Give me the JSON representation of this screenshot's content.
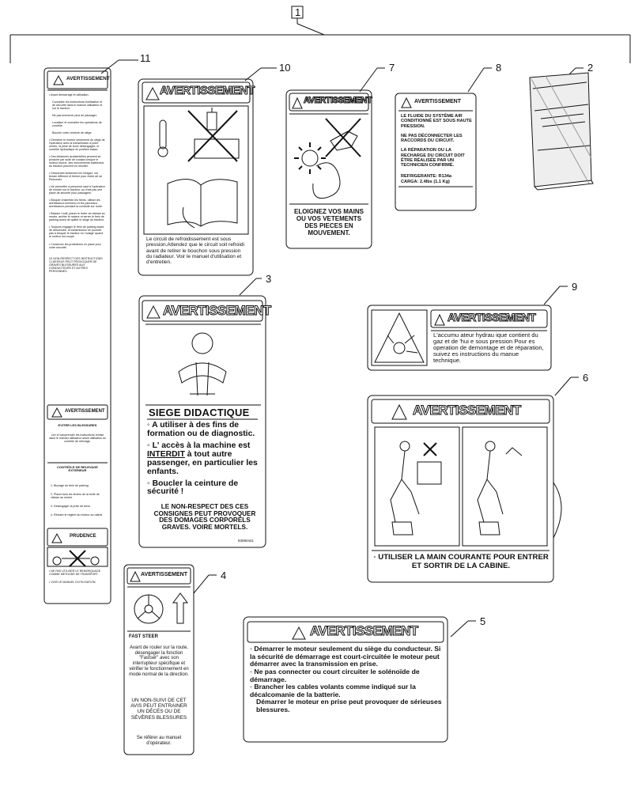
{
  "callouts": {
    "n1": "1",
    "n2": "2",
    "n3": "3",
    "n4": "4",
    "n5": "5",
    "n6": "6",
    "n7": "7",
    "n8": "8",
    "n9": "9",
    "n10": "10",
    "n11": "11"
  },
  "label11": {
    "header": "AVERTISSEMENT",
    "items": [
      "• Avant démarrage et utilisation.",
      "Connaître les instructions d'utilisation et de sécurité dans le manuel utilisateur et sur le tracteur.",
      "Ne pas emmener plus de passager.",
      "Localiser et connaître les opérations de contrôle.",
      "Boucler votre ceinture de siège.",
      "• Démarrer le moteur seulement du siège de l'opérateur avec la transmission à point neutre, la prise de force désengagée, le contrôle hydraulique en position basse.",
      "• Des blessures accidentelles peuvent se produire par suite de contact lorsque le moteur tourne, des mouvements inattendus du tracteur peuvent en résulter.",
      "• Descendre lentement les Virages, sur terrain différent et freiner pour éviter de se Retourner.",
      "• Ne permettre à personne sauf à l'opérateur de monter sur le tracteur, ou n'est pas une place de sécurité pour passagers.",
      "• Bloquer ensemble les freins, utiliser les avertisseurs lumineux et les panneaux avertisseurs pendant la conduite sur route.",
      "• Baisser l'outil, placer le levier de vitesse au neutre, arrêter le moteur et serrer le frein de parking avant de quitter le siège du tracteur.",
      "• Toujours engager le frein de parking avant de descendre, la transmission ne pourrait pas à bloquer le tracteur en 'rodage' quand le moteur est coupé.",
      "• Conserver les protections en place pour votre sécurité."
    ],
    "warning_block": "LE NON RESPECT DES INSTRUCTIONS CI-DESSUS PEUT PROVOQUER DE GRAVES BLESSURES AUX CONDUCTEURS ET AUTRES PERSONNES.",
    "header2": "AVERTISSEMENT",
    "avoid_title": "EVITER LES BLESSURES",
    "avoid_text": "Lire et comprendre les instructions remise dans le manuel utilisateur avant utilisation du contrôle de relevage.",
    "control_title": "CONTRÔLE DE RELEVAGE EXTERIEUR",
    "control_steps": [
      "1. Blocage du frein de parking",
      "2. Placer tous les leviers de la boîte de vitesse au neutre",
      "3. Désengager la prise de force",
      "4. Réduire le régime du moteur au ralenti"
    ],
    "caution_header": "PRUDENCE",
    "tow_items": [
      "• NE PAS UTILISER LE REMORQUAGE COMME METHODE DE TRANSPORT.",
      "• VOIR LE MANUEL D'UTILISATION."
    ]
  },
  "label10": {
    "header": "AVERTISSEMENT",
    "text": "Le circuit de refroidissement est sous pression.Attendez que le circuit soit refroidi avant de retirer le bouchon sous pression du radiateur. Voir le manuel d'utilisation et d'entretien."
  },
  "label7": {
    "header": "AVERTISSEMENT",
    "text": "ELOIGNEZ VOS MAINS OU VOS VETEMENTS DES PIECES EN MOUVEMENT."
  },
  "label8": {
    "header": "AVERTISSEMENT",
    "p1": "LE FLUIDE DU SYSTÈME AIR CONDITIONNÉ EST SOUS HAUTE PRESSION.",
    "p2": "NE PAS DÉCONNECTER LES RACCORDS DU CIRCUIT.",
    "p3": "LA RÉPARATION OU LA RECHARGE DU CIRCUIT DOIT ÊTRE RÉALISÉE PAR UN TECHNICIEN CONFIRMÉ.",
    "p4": "REFRIGERANTE: R134a",
    "p5": "CARGA: 2.4lbs (1.1 Kg)"
  },
  "label3": {
    "header": "AVERTISSEMENT",
    "title": "SIEGE DIDACTIQUE",
    "b1": "◦ A utiliser à des fins de formation ou de diagnostic.",
    "b2a": "◦ L' accès à la machine est ",
    "b2b": "INTERDIT",
    "b2c": " à tout autre passenger,  en particulier les enfants.",
    "b3": "◦ Boucler la ceinture de sécurité !",
    "footer": "LE NON-RESPECT DES CES CONSIGNES PEUT PROVOQUER DES DOMAGES CORPORELS GRAVES. VOIRE MORTELS.",
    "code": "83090441"
  },
  "label9": {
    "header": "AVERTISSEMENT",
    "text": "L'accumu ateur hydrau ique contient du gaz et de  'hui e sous pression Pour es operation de demontage et de réparation, suivez es instructions du manue technique."
  },
  "label6": {
    "header": "AVERTISSEMENT",
    "text": "◦ UTILISER LA MAIN COURANTE POUR ENTRER ET SORTIR DE LA CABINE."
  },
  "label4": {
    "header": "AVERTISSEMENT",
    "title": "FAST STEER",
    "text": "Avant de rouler sur la route, désengager la fonction \"Fastser\" avec son interrupteur spécifique et vérifier le fonctionnement en mode normal de la direction.",
    "warning": "UN NON-SUIVI DE CET AVIS PEUT ENTRAINER UN DÉCÈS OU DE SÉVÈRES BLESSURES",
    "footer": "Se référer au manuel d'opérateur."
  },
  "label5": {
    "header": "AVERTISSEMENT",
    "items": [
      "◦ Démarrer  le moteur seulement du siège du conducteur. Si la sécurité de démarrage est court-circuitée le moteur peut démarrer avec la transmission en prise.",
      "◦ Ne pas connecter ou court circuiter le solénoïde de démarrage.",
      "◦ Brancher les cables volants comme indiqué sur la décalcomanie de la batterie.",
      "Démarrer le moteur en prise peut provoquer de sérieuses blessures."
    ]
  }
}
